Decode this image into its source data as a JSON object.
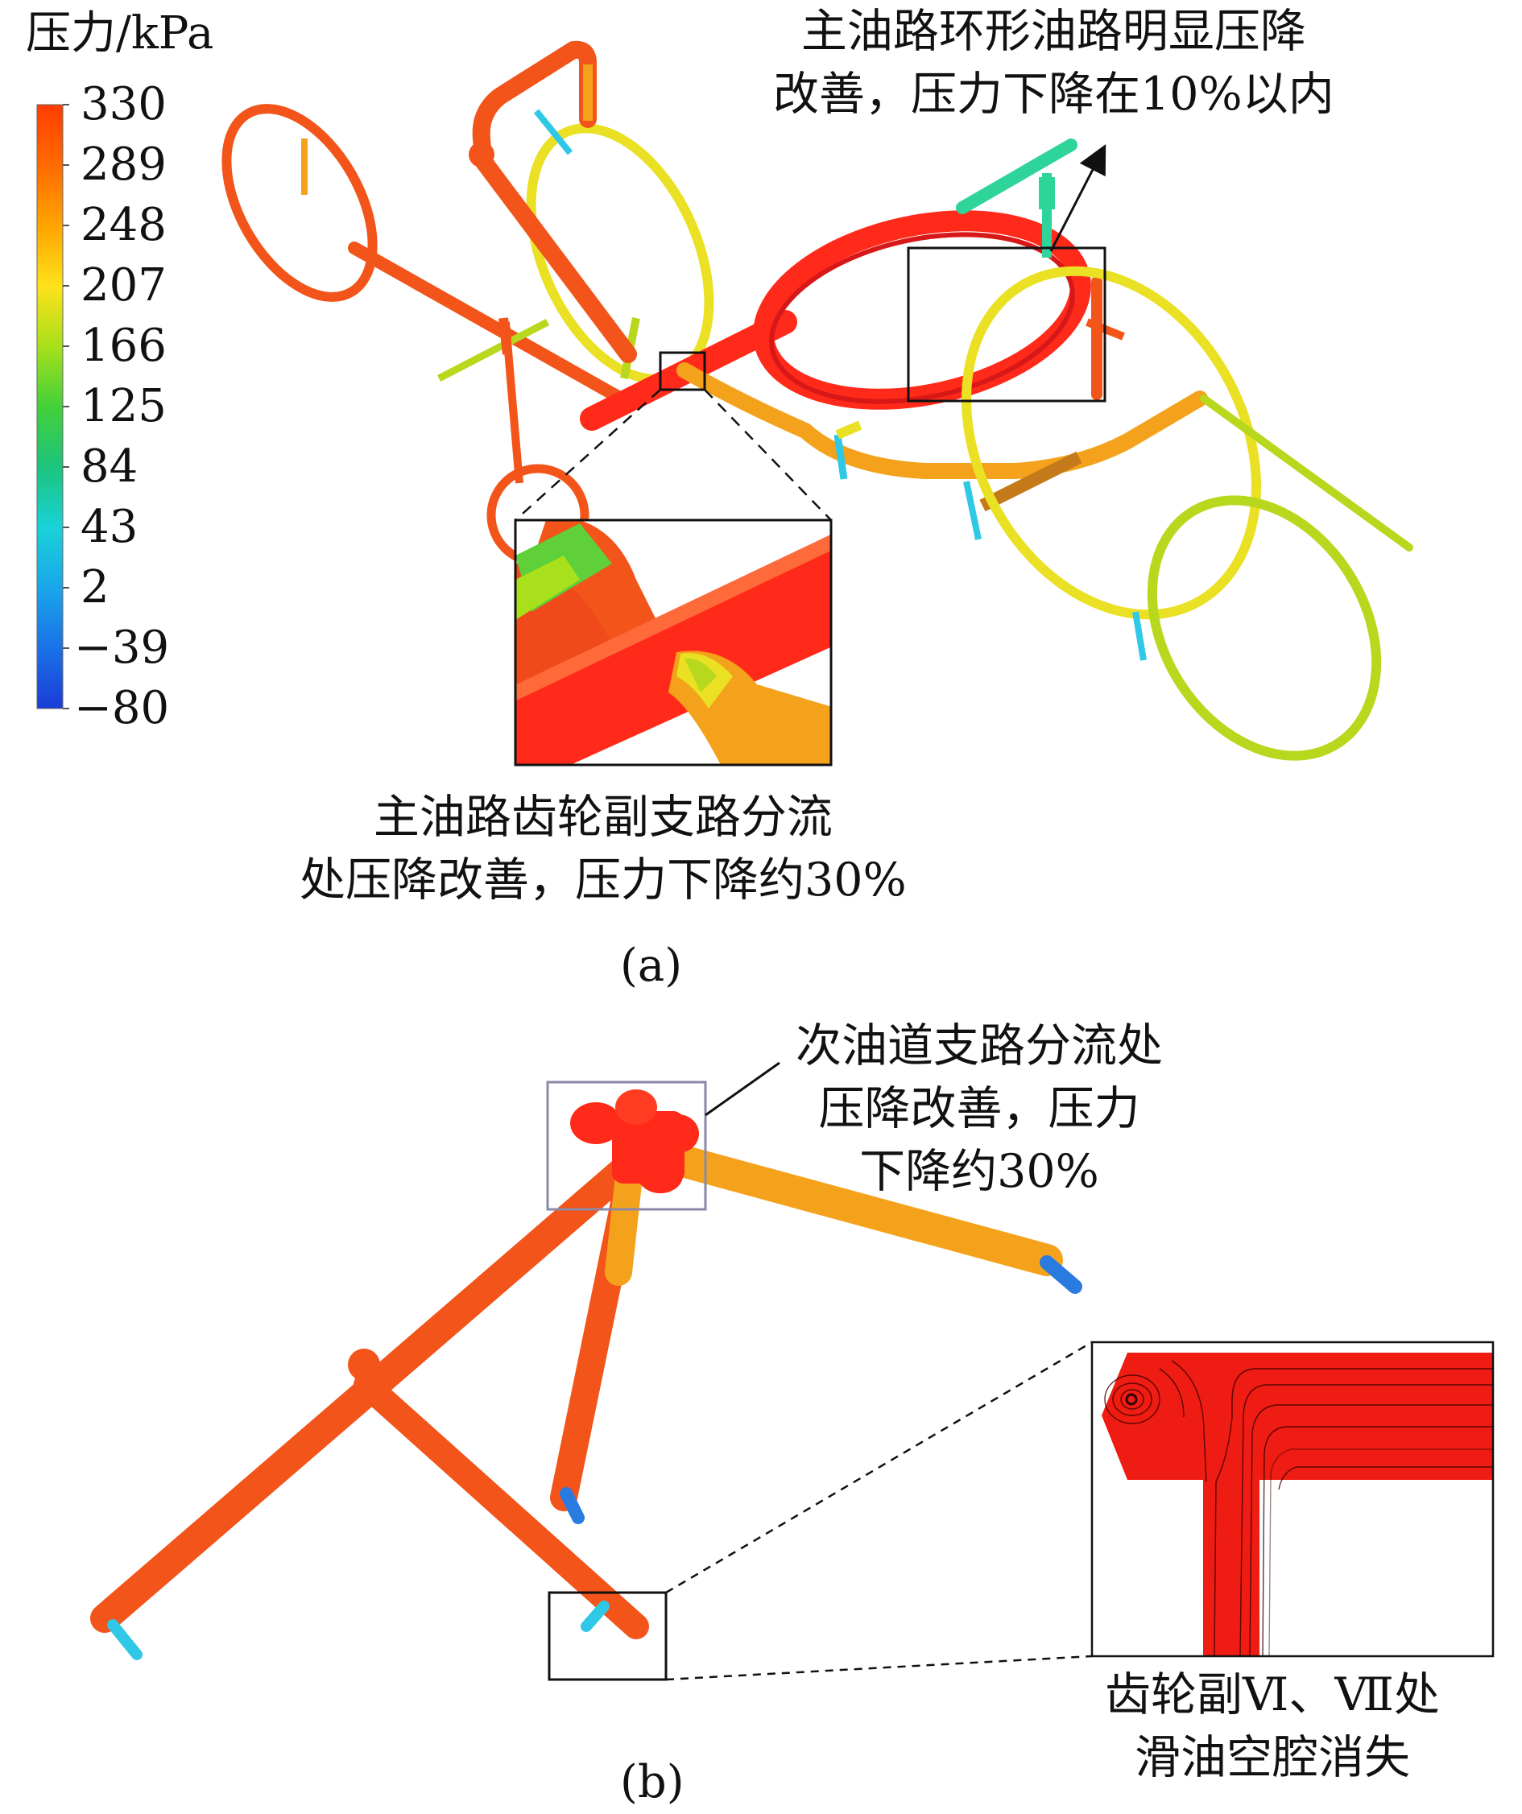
{
  "legend": {
    "title": "压力/kPa",
    "ticks": [
      "330",
      "289",
      "248",
      "207",
      "166",
      "125",
      "84",
      "43",
      "2",
      "−39",
      "−80"
    ],
    "colors": [
      "#ff3c00",
      "#ff6a00",
      "#ffa400",
      "#ffe21a",
      "#a8e01b",
      "#44d03a",
      "#1cc47c",
      "#19d2d8",
      "#1aa6ea",
      "#1a72e6",
      "#1a3cd8"
    ]
  },
  "panel_a": {
    "caption": "(a)",
    "annotations": {
      "ring_line1": "主油路环形油路明显压降",
      "ring_line2": "改善，压力下降在10%以内",
      "gear_line1": "主油路齿轮副支路分流",
      "gear_line2": "处压降改善，压力下降约30%"
    }
  },
  "panel_b": {
    "caption": "(b)",
    "annotations": {
      "branch_line1": "次油道支路分流处",
      "branch_line2": "压降改善，压力",
      "branch_line3": "下降约30%",
      "gear_line1": "齿轮副Ⅵ、Ⅶ处",
      "gear_line2": "滑油空腔消失"
    }
  },
  "colors": {
    "red": "#ff2a1a",
    "orange_red": "#f2541a",
    "orange": "#f4a21c",
    "yellow": "#eae024",
    "yellow_green": "#b8d81e",
    "green": "#5fcf3a",
    "teal": "#2fd49a",
    "cyan": "#2fc8e6",
    "blue": "#2a7be0"
  }
}
